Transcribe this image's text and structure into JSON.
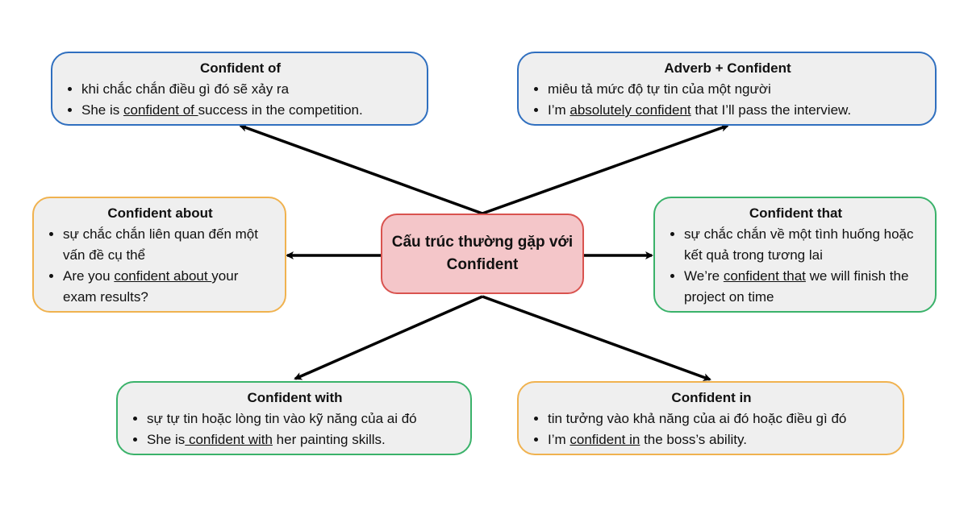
{
  "center": {
    "line1": "Cấu trúc thường gặp với",
    "line2": "Confident"
  },
  "boxes": {
    "confident_of": {
      "title": "Confident of",
      "bullet1": "khi chắc chắn điều gì đó sẽ xảy ra",
      "bullet2": {
        "pre": "She is ",
        "ul": "confident of ",
        "post": "success in the competition."
      }
    },
    "adverb_confident": {
      "title": "Adverb + Confident",
      "bullet1": "miêu tả mức độ tự tin của một người",
      "bullet2": {
        "pre": "I’m ",
        "ul": "absolutely confident",
        "post": " that I’ll pass the interview."
      }
    },
    "confident_about": {
      "title": "Confident about",
      "bullet1": "sự chắc chắn liên quan đến một vấn đề cụ thể",
      "bullet2": {
        "pre": "Are you ",
        "ul": "confident about ",
        "post": "your exam results?"
      }
    },
    "confident_that": {
      "title": "Confident that",
      "bullet1": "sự chắc chắn về một tình huống hoặc kết quả trong tương lai",
      "bullet2": {
        "pre": "We’re ",
        "ul": "confident that",
        "post": " we will finish the project on time"
      }
    },
    "confident_with": {
      "title": "Confident with",
      "bullet1": "sự tự tin hoặc lòng tin vào kỹ năng của ai đó",
      "bullet2": {
        "pre": "She is",
        "ul": " confident with",
        "post": " her painting skills."
      }
    },
    "confident_in": {
      "title": "Confident in",
      "bullet1": "tin tưởng vào khả năng của ai đó hoặc điều gì đó",
      "bullet2": {
        "pre": "I’m ",
        "ul": "confident in",
        "post": " the boss’s ability."
      }
    }
  },
  "colors": {
    "blue_border": "#2f6fbf",
    "orange_border": "#f0b24f",
    "green_border": "#3ab26a",
    "center_fill": "#f4c6c9",
    "center_border": "#d9534f",
    "box_fill": "#efefef",
    "arrow": "#000000"
  }
}
